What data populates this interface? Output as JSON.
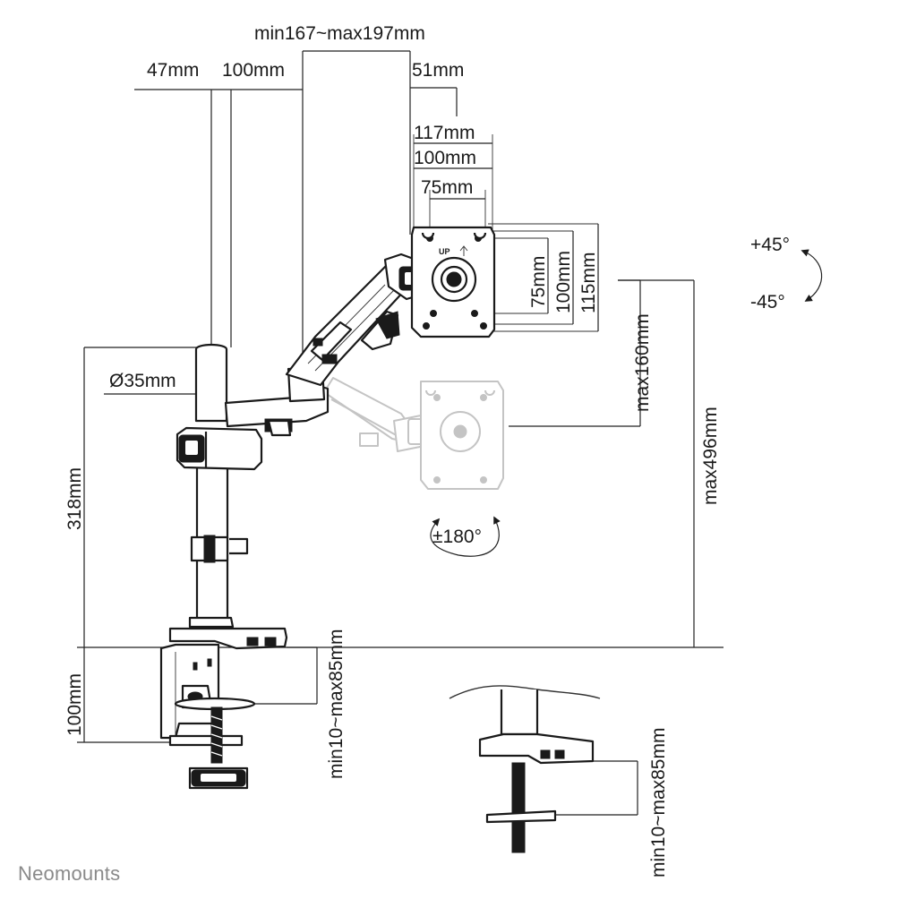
{
  "brand": "Neomounts",
  "dimensions": {
    "arm_reach": "min167~max197mm",
    "pole_offset": "47mm",
    "arm_width": "100mm",
    "head_offset": "51mm",
    "vesa_outer": "117mm",
    "vesa_mid": "100mm",
    "vesa_inner": "75mm",
    "vesa_v_inner": "75mm",
    "vesa_v_mid": "100mm",
    "vesa_v_outer": "115mm",
    "pole_diameter": "Ø35mm",
    "pole_height": "318mm",
    "max_drop": "max160mm",
    "max_height": "max496mm",
    "clamp_height": "100mm",
    "clamp_range": "min10~max85mm",
    "grommet_range": "min10~max85mm"
  },
  "rotation": {
    "tilt_up": "+45°",
    "tilt_down": "-45°",
    "swivel": "±180°"
  },
  "plate_mark": "UP"
}
